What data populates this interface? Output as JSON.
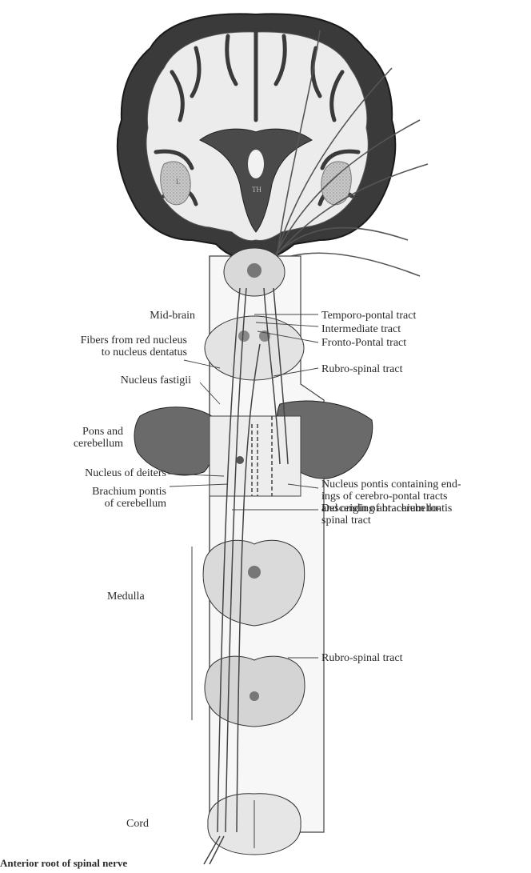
{
  "labels": {
    "mid_brain": "Mid-brain",
    "fibers_red_nucleus": "Fibers from red nucleus\nto nucleus dentatus",
    "nucleus_fastigii": "Nucleus fastigii",
    "pons_cerebellum": "Pons and\ncerebellum",
    "nucleus_deiters": "Nucleus of deiters",
    "brachium_pontis": "Brachium pontis\nof cerebellum",
    "medulla": "Medulla",
    "cord": "Cord",
    "temporo_pontal": "Temporo-pontal tract",
    "intermediate": "Intermediate tract",
    "fronto_pontal": "Fronto-Pontal tract",
    "rubro_spinal_upper": "Rubro-spinal tract",
    "nucleus_pontis": "Nucleus pontis containing end-\nings of cerebro-pontal tracts\nand origin of brachium tontis",
    "descending_ant": "Descending ant. cerebello-\nspinal tract",
    "rubro_spinal_lower": "Rubro-spinal tract",
    "anterior_root": "Anterior root of spinal nerve",
    "thalamus_mark": "TH",
    "lentiform_mark": "L"
  }
}
